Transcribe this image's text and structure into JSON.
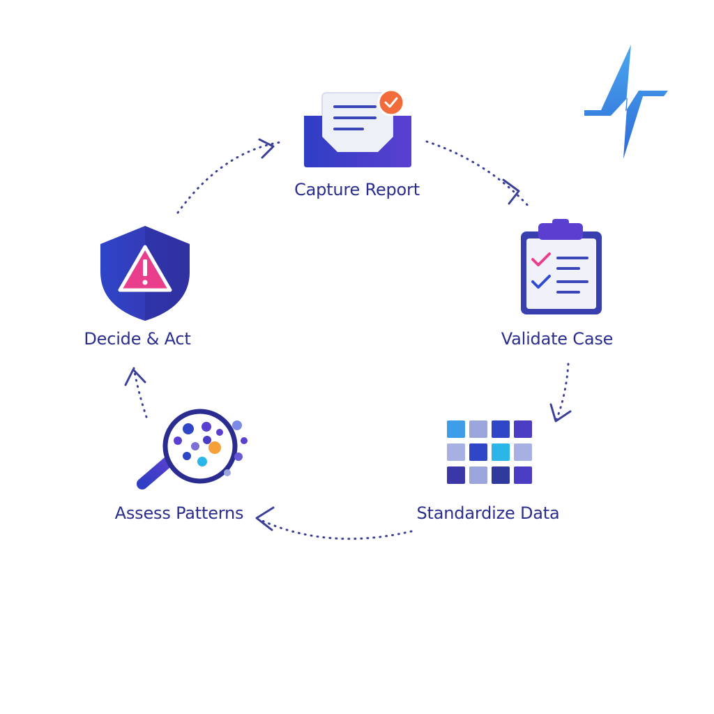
{
  "colors": {
    "label": "#2a2d8f",
    "arrow": "#3a3f9a",
    "primary_blue": "#2f3ec4",
    "violet": "#5b3fd0",
    "pink": "#e83e8c",
    "orange": "#f26b3a",
    "cyan": "#2bb5e8",
    "light_blue": "#3e9de8"
  },
  "steps": [
    {
      "id": "capture",
      "label": "Capture Report",
      "icon": "inbox-report-icon"
    },
    {
      "id": "validate",
      "label": "Validate Case",
      "icon": "clipboard-checklist-icon"
    },
    {
      "id": "standardize",
      "label": "Standardize Data",
      "icon": "data-grid-icon"
    },
    {
      "id": "assess",
      "label": "Assess Patterns",
      "icon": "magnifier-dots-icon"
    },
    {
      "id": "decide",
      "label": "Decide & Act",
      "icon": "shield-alert-icon"
    }
  ],
  "logo": {
    "icon": "zigzag-logo-icon"
  }
}
